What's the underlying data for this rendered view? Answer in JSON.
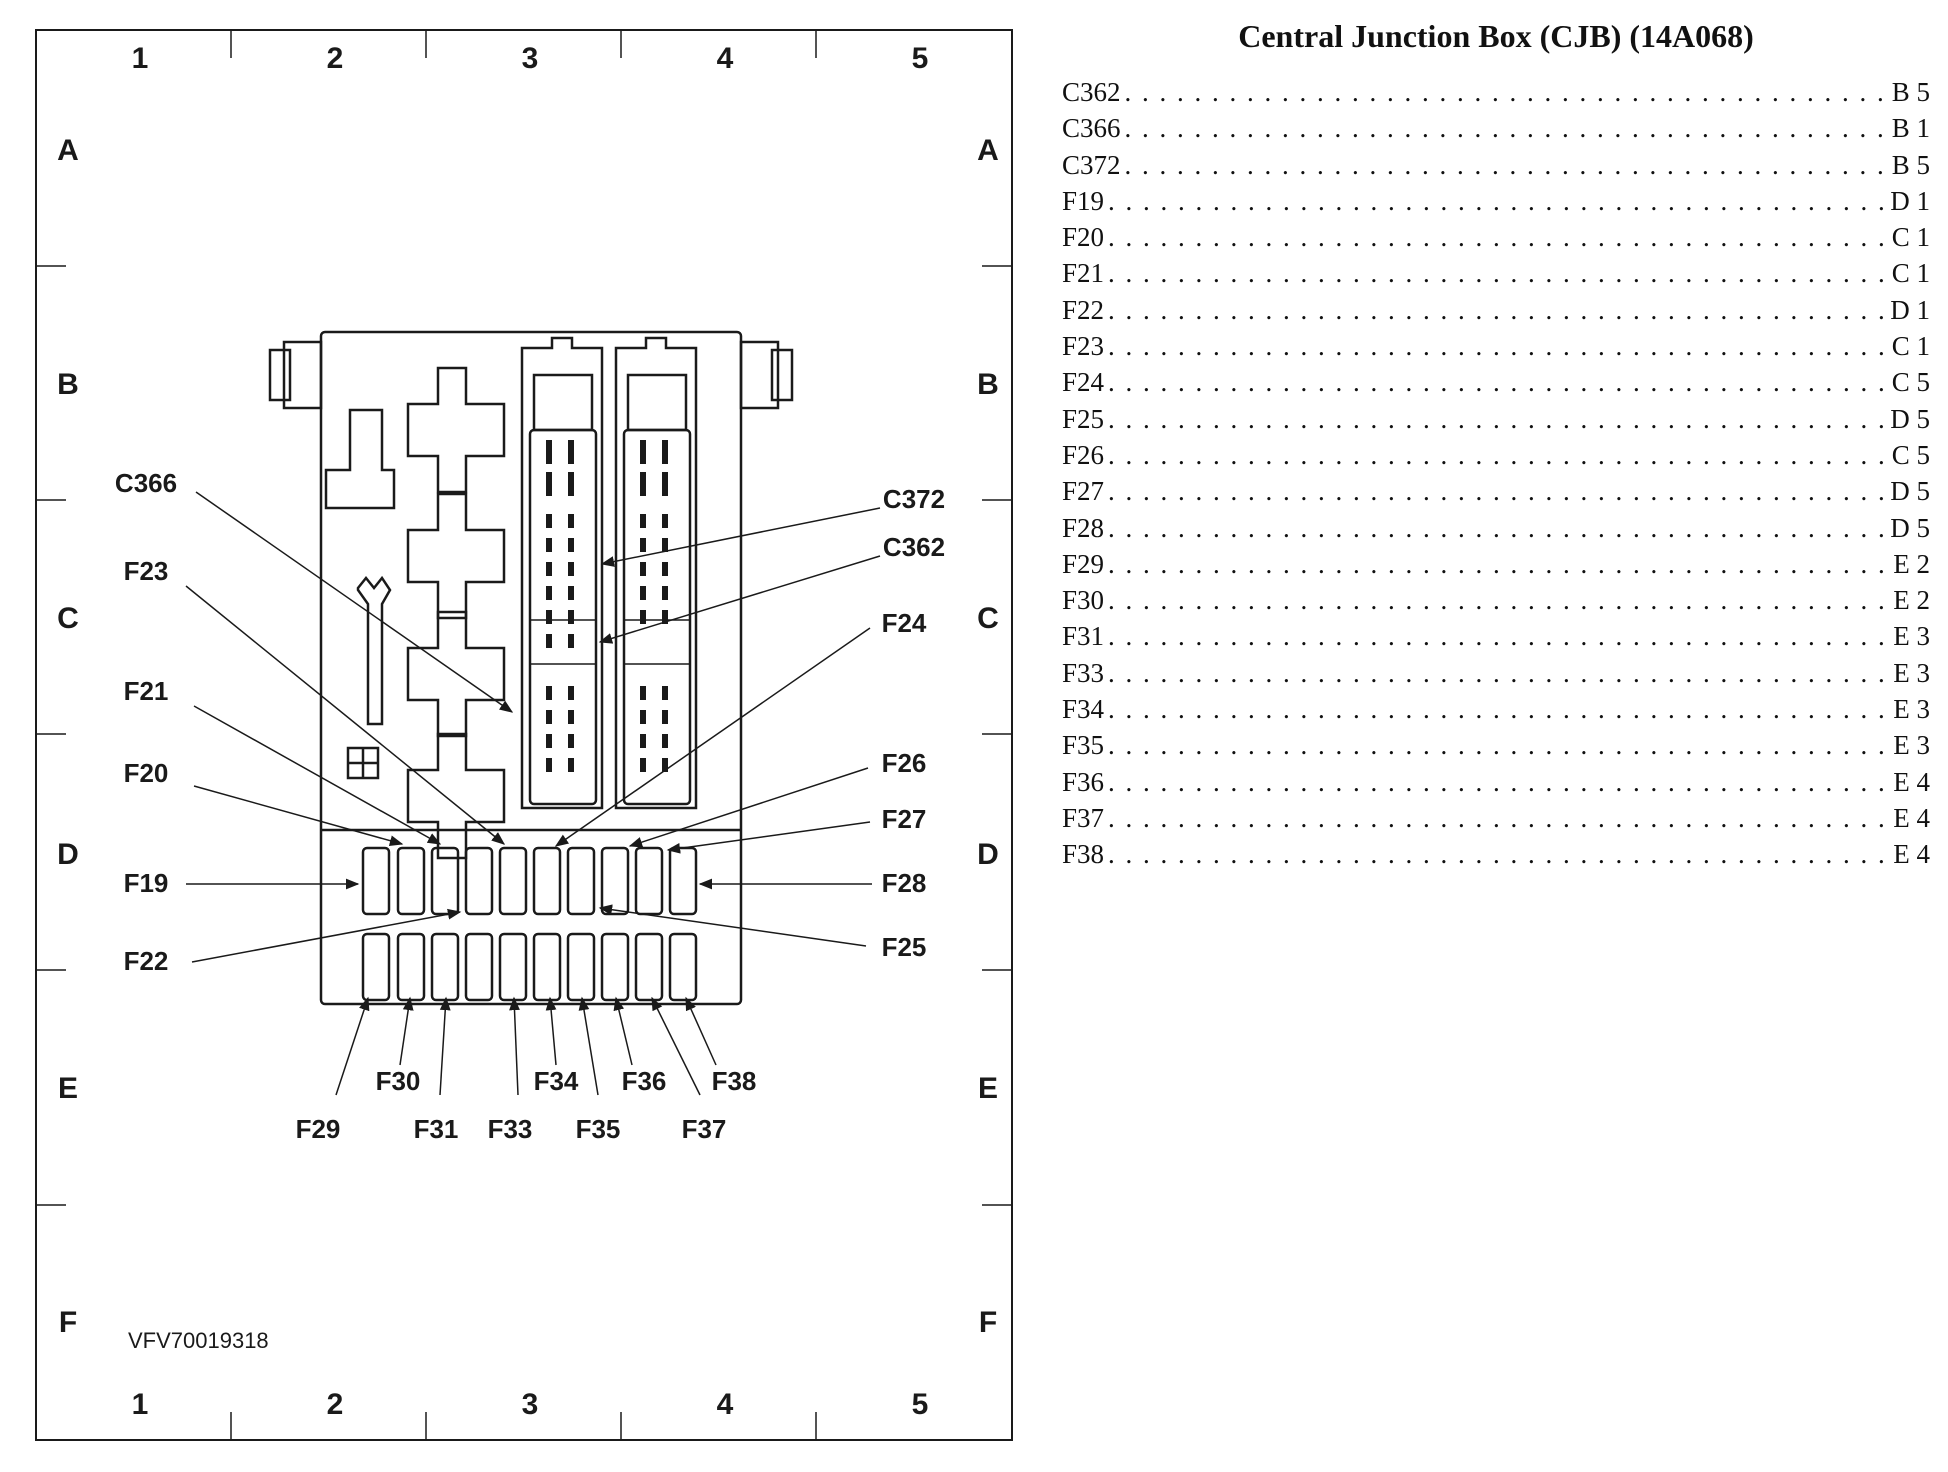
{
  "index": {
    "title": "Central Junction Box (CJB) (14A068)",
    "rows": [
      {
        "name": "C362",
        "loc": "B 5"
      },
      {
        "name": "C366",
        "loc": "B 1"
      },
      {
        "name": "C372",
        "loc": "B 5"
      },
      {
        "name": "F19",
        "loc": "D 1"
      },
      {
        "name": "F20",
        "loc": "C 1"
      },
      {
        "name": "F21",
        "loc": "C 1"
      },
      {
        "name": "F22",
        "loc": "D 1"
      },
      {
        "name": "F23",
        "loc": "C 1"
      },
      {
        "name": "F24",
        "loc": "C 5"
      },
      {
        "name": "F25",
        "loc": "D 5"
      },
      {
        "name": "F26",
        "loc": "C 5"
      },
      {
        "name": "F27",
        "loc": "D 5"
      },
      {
        "name": "F28",
        "loc": "D 5"
      },
      {
        "name": "F29",
        "loc": "E 2"
      },
      {
        "name": "F30",
        "loc": "E 2"
      },
      {
        "name": "F31",
        "loc": "E 3"
      },
      {
        "name": "F33",
        "loc": "E 3"
      },
      {
        "name": "F34",
        "loc": "E 3"
      },
      {
        "name": "F35",
        "loc": "E 3"
      },
      {
        "name": "F36",
        "loc": "E 4"
      },
      {
        "name": "F37",
        "loc": "E 4"
      },
      {
        "name": "F38",
        "loc": "E 4"
      }
    ]
  },
  "diagram": {
    "grid_columns": [
      "1",
      "2",
      "3",
      "4",
      "5"
    ],
    "grid_rows": [
      "A",
      "B",
      "C",
      "D",
      "E",
      "F"
    ],
    "figure_code": "VFV70019318",
    "callouts": {
      "c366": "C366",
      "c372": "C372",
      "c362": "C362",
      "f23": "F23",
      "f24": "F24",
      "f21": "F21",
      "f20": "F20",
      "f26": "F26",
      "f27": "F27",
      "f19": "F19",
      "f28": "F28",
      "f22": "F22",
      "f25": "F25",
      "f30": "F30",
      "f34": "F34",
      "f36": "F36",
      "f38": "F38",
      "f29": "F29",
      "f31": "F31",
      "f33": "F33",
      "f35": "F35",
      "f37": "F37"
    }
  }
}
